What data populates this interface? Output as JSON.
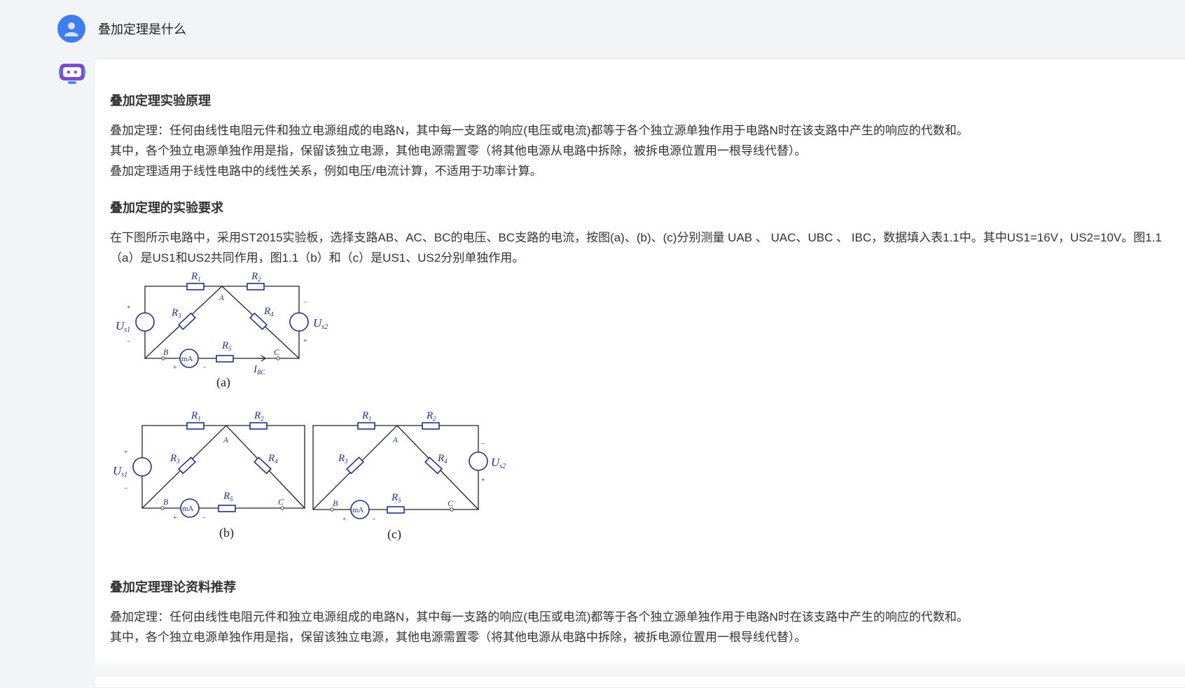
{
  "question": "叠加定理是什么",
  "answer": {
    "sections": [
      {
        "heading": "叠加定理实验原理",
        "lines": [
          "叠加定理：任何由线性电阻元件和独立电源组成的电路N，其中每一支路的响应(电压或电流)都等于各个独立源单独作用于电路N时在该支路中产生的响应的代数和。",
          "其中，各个独立电源单独作用是指，保留该独立电源，其他电源需置零（将其他电源从电路中拆除，被拆电源位置用一根导线代替）。",
          "叠加定理适用于线性电路中的线性关系，例如电压/电流计算，不适用于功率计算。"
        ]
      },
      {
        "heading": "叠加定理的实验要求",
        "lines": [
          "在下图所示电路中，采用ST2015实验板，选择支路AB、AC、BC的电压、BC支路的电流，按图(a)、(b)、(c)分别测量 UAB 、 UAC、UBC 、 IBC，数据填入表1.1中。其中US1=16V，US2=10V。图1.1（a）是US1和US2共同作用，图1.1（b）和（c）是US1、US2分别单独作用。"
        ]
      },
      {
        "heading": "叠加定理理论资料推荐",
        "lines": [
          "叠加定理：任何由线性电阻元件和独立电源组成的电路N，其中每一支路的响应(电压或电流)都等于各个独立源单独作用于电路N时在该支路中产生的响应的代数和。",
          "其中，各个独立电源单独作用是指，保留该独立电源，其他电源需置零（将其他电源从电路中拆除，被拆电源位置用一根导线代替）。"
        ]
      }
    ],
    "figure": {
      "labels": {
        "r1": "R",
        "r1_sub": "1",
        "r2": "R",
        "r2_sub": "2",
        "r3": "R",
        "r3_sub": "3",
        "r4": "R",
        "r4_sub": "4",
        "r5": "R",
        "r5_sub": "5",
        "a": "A",
        "b": "B",
        "c": "C",
        "us1": "U",
        "us1_sub": "s1",
        "us2": "U",
        "us2_sub": "s2",
        "meter": "mA",
        "ibc": "I",
        "ibc_sub": "BC",
        "plus": "+",
        "minus": "−",
        "cap_a": "(a)",
        "cap_b": "(b)",
        "cap_c": "(c)"
      }
    }
  }
}
